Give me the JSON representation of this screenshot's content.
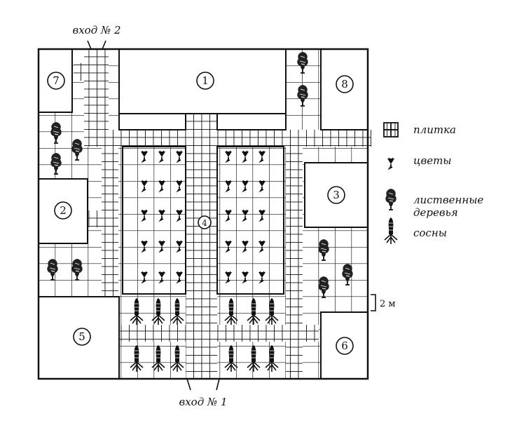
{
  "entrances": {
    "top": "вход № 2",
    "bottom": "вход № 1"
  },
  "zones": [
    "1",
    "2",
    "3",
    "4",
    "5",
    "6",
    "7",
    "8"
  ],
  "legend": [
    {
      "icon": "tile-icon",
      "label": "плитка"
    },
    {
      "icon": "flower-icon",
      "label": "цветы"
    },
    {
      "icon": "deciduous-tree-icon",
      "label": "лиственные",
      "label2": "деревья"
    },
    {
      "icon": "pine-tree-icon",
      "label": "сосны"
    }
  ],
  "scale": {
    "label": "2 м"
  },
  "colors": {
    "ink": "#111111",
    "background": "#ffffff"
  }
}
